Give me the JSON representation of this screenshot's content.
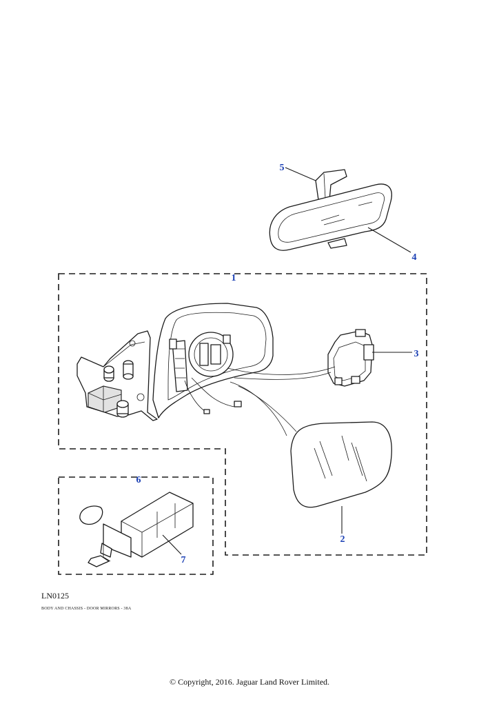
{
  "diagram": {
    "callouts": [
      {
        "id": "c1",
        "label": "1"
      },
      {
        "id": "c2",
        "label": "2"
      },
      {
        "id": "c3",
        "label": "3"
      },
      {
        "id": "c4",
        "label": "4"
      },
      {
        "id": "c5",
        "label": "5"
      },
      {
        "id": "c6",
        "label": "6"
      },
      {
        "id": "c7",
        "label": "7"
      }
    ],
    "colors": {
      "callout": "#1a3fb4",
      "line": "#1a1a1a"
    }
  },
  "footer": {
    "reference_code": "LN0125",
    "section_caption": "BODY AND CHASSIS - DOOR MIRRORS - 38A",
    "copyright": "© Copyright, 2016. Jaguar Land Rover Limited."
  }
}
